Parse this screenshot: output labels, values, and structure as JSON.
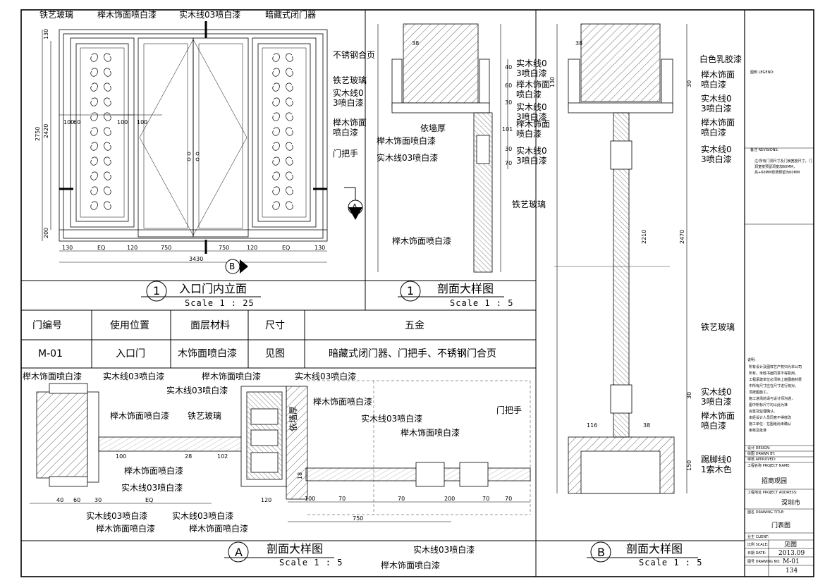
{
  "elevation": {
    "title": "入口门内立面",
    "scale": "Scale 1 : 25",
    "number": "1",
    "labels": {
      "iron_glass": "铁艺玻璃",
      "beech_panel": "榉木饰面喷白漆",
      "solid_line": "实木线03喷白漆",
      "closer": "暗藏式闭门器",
      "hinge": "不锈钢合页",
      "iron_glass_r": "铁艺玻璃",
      "solid_line_r1": "实木线0",
      "solid_line_r2": "3喷白漆",
      "beech_r1": "榉木饰面",
      "beech_r2": "喷白漆",
      "handle": "门把手"
    },
    "dims": {
      "h_total": "2750",
      "h_2420": "2420",
      "h_200": "200",
      "h_130": "130",
      "h_100": "100",
      "w_130a": "130",
      "w_eq": "EQ",
      "w_120a": "120",
      "w_750a": "750",
      "w_750b": "750",
      "w_120b": "120",
      "w_eq2": "EQ",
      "w_130b": "130",
      "w_total": "3430",
      "w_100a": "100",
      "w_60": "60",
      "w_100b": "100",
      "w_100c": "100"
    },
    "tags": {
      "a": "A",
      "b": "B"
    }
  },
  "section1": {
    "title": "剖面大样图",
    "scale": "Scale 1 : 5",
    "number": "1",
    "labels": {
      "l1a": "实木线0",
      "l1b": "3喷白漆",
      "l2a": "榉木饰面",
      "l2b": "喷白漆",
      "l3a": "实木线0",
      "l3b": "3喷白漆",
      "l4a": "榉木饰面",
      "l4b": "喷白漆",
      "wall": "依墙厚",
      "l5": "榉木饰面喷白漆",
      "l6": "实木线03喷白漆",
      "l7a": "实木线0",
      "l7b": "3喷白漆",
      "l8": "铁艺玻璃",
      "l9": "榉木饰面喷白漆"
    },
    "dims": {
      "d38": "38",
      "d40": "40",
      "d60": "60",
      "d30": "30",
      "d101": "101",
      "d30b": "30",
      "d70": "70"
    }
  },
  "sectionB": {
    "title": "剖面大样图",
    "scale": "Scale 1 : 5",
    "tag": "B",
    "labels": {
      "latex": "白色乳胶漆",
      "b1a": "榉木饰面",
      "b1b": "喷白漆",
      "b2a": "实木线0",
      "b2b": "3喷白漆",
      "b3a": "榉木饰面",
      "b3b": "喷白漆",
      "b4a": "实木线0",
      "b4b": "3喷白漆",
      "b5": "铁艺玻璃",
      "b6a": "实木线0",
      "b6b": "3喷白漆",
      "b7a": "榉木饰面",
      "b7b": "喷白漆",
      "b8a": "踢脚线0",
      "b8b": "1索木色"
    },
    "dims": {
      "d38": "38",
      "d130": "130",
      "d30": "30",
      "d2210": "2210",
      "d2470": "2470",
      "d116": "116",
      "d38b": "38",
      "d150": "150",
      "d30b": "30"
    }
  },
  "table": {
    "headers": [
      "门编号",
      "使用位置",
      "面层材料",
      "尺寸",
      "五金"
    ],
    "row": [
      "M-01",
      "入口门",
      "木饰面喷白漆",
      "见图",
      "暗藏式闭门器、门把手、不锈钢门合页"
    ]
  },
  "sectionA": {
    "title": "剖面大样图",
    "scale": "Scale 1 : 5",
    "tag": "A",
    "labels": {
      "a1": "榉木饰面喷白漆",
      "a2": "实木线03喷白漆",
      "a3": "榉木饰面喷白漆",
      "a4": "实木线03喷白漆",
      "a5": "实木线03喷白漆",
      "a6": "榉木饰面喷白漆",
      "a7": "榉木饰面喷白漆",
      "a8": "铁艺玻璃",
      "a9": "实木线03喷白漆",
      "a10": "榉木饰面喷白漆",
      "a11": "门把手",
      "a12": "榉木饰面喷白漆",
      "a13": "实木线03喷白漆",
      "a14": "实木线03喷白漆",
      "a15": "实木线03喷白漆",
      "a16": "榉木饰面喷白漆",
      "a17": "榉木饰面喷白漆",
      "a18": "实木线03喷白漆",
      "a19": "榉木饰面喷白漆",
      "wall": "依墙厚"
    },
    "dims": {
      "d100": "100",
      "d28": "28",
      "d102": "102",
      "d40": "40",
      "d60": "60",
      "d30": "30",
      "deq": "EQ",
      "d120": "120",
      "d100b": "100",
      "d70": "70",
      "d750": "750",
      "d70b": "70",
      "d200": "200",
      "d70c": "70",
      "d70d": "70",
      "d18": "18"
    }
  },
  "titleblock": {
    "legend": "图例 LEGEND:",
    "revisions": "备注 REVISIONS:",
    "rev_note1": "注:所有门洞尺寸及门扇宽度尺寸，门",
    "rev_note2": "洞宽按预留洞宽加60MM，",
    "rev_note3": "高+60MM现场预留为60MM",
    "notes_title": "说明:",
    "notes": [
      "所有设计及图样艺产权归为本公司",
      "所有。未经书面同意不得复用。",
      "工程承建单位必须依上施图施材费",
      "中所有尺寸应在尺寸进行核对。",
      "须按图施工。",
      "施工进场前请与设计师沟通，",
      "图中所标尺寸均以此为准",
      "会签及监理确认。",
      "未经设计人员同意不得修改",
      "施工单位：在图纸尚未确认",
      "审核及批准"
    ],
    "design": "设计 DESIGN:",
    "drawn": "绘图 DRAWN BY:",
    "check": "审核 APPROVED:",
    "project_lbl": "工程名称 PROJECT NAME:",
    "project": "招商观园",
    "address_lbl": "工程地址 PROJECT ADDRESS:",
    "address": "深圳市",
    "drawing_lbl": "图名 DRAWING TITLE:",
    "drawing": "门表图",
    "client_lbl": "业主 CLIENT:",
    "scale_lbl": "比例 SCALE:",
    "scale": "见图",
    "date_lbl": "日期 DATE:",
    "date": "2013.09",
    "no_lbl": "图号 DRAWING NO:",
    "no": "M-01",
    "page": "134"
  }
}
